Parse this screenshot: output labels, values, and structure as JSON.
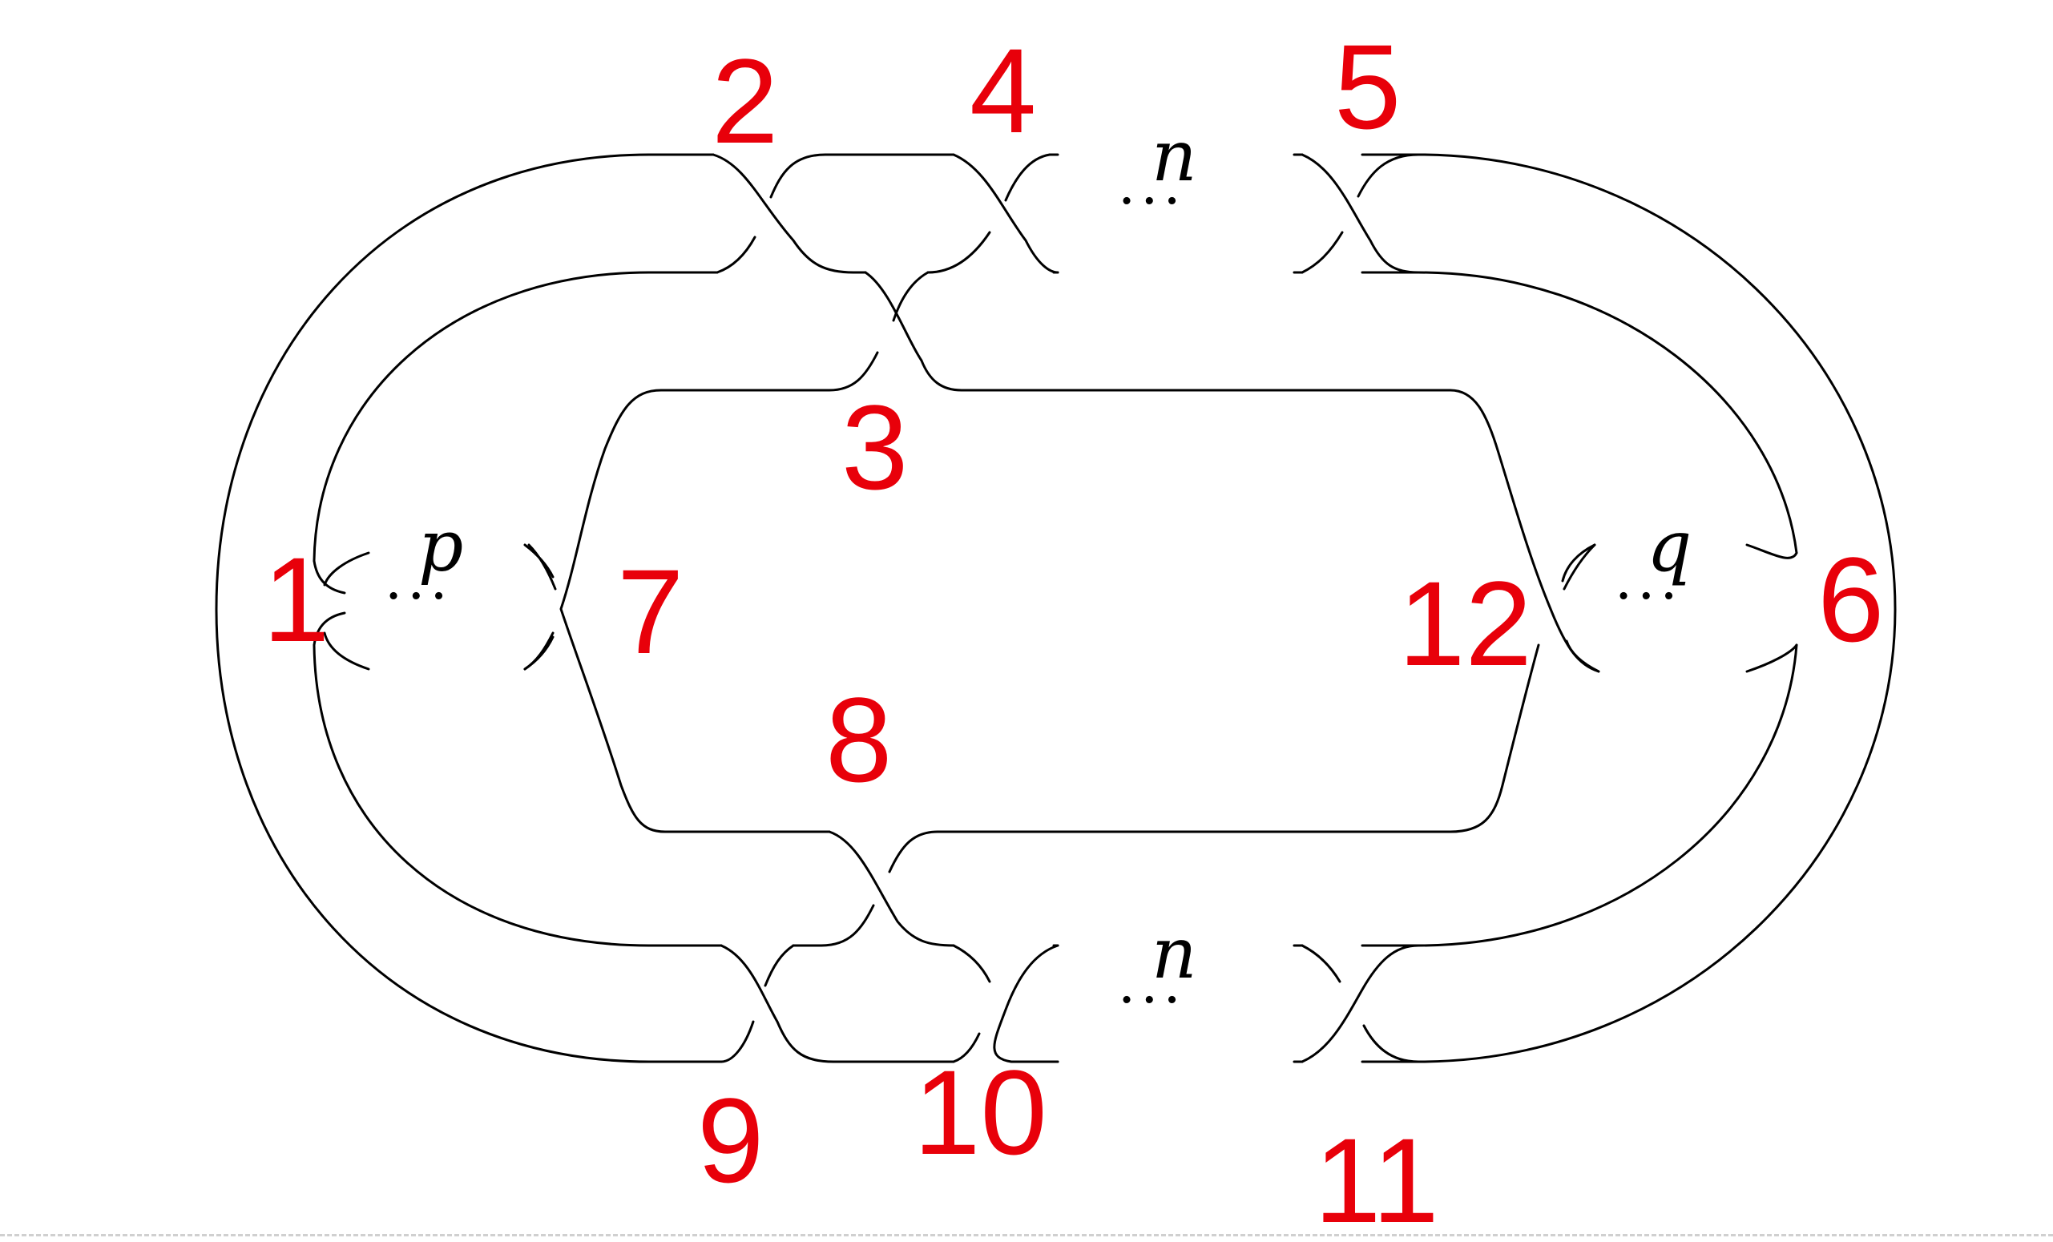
{
  "twist_labels": {
    "top": "n",
    "bottom": "n",
    "left": "p",
    "right": "q"
  },
  "ellipsis": "···",
  "crossing_numbers": {
    "c1": "1",
    "c2": "2",
    "c3": "3",
    "c4": "4",
    "c5": "5",
    "c6": "6",
    "c7": "7",
    "c8": "8",
    "c9": "9",
    "c10": "10",
    "c11": "11",
    "c12": "12"
  },
  "colors": {
    "strand": "#000000",
    "annotation": "#e8000a"
  }
}
